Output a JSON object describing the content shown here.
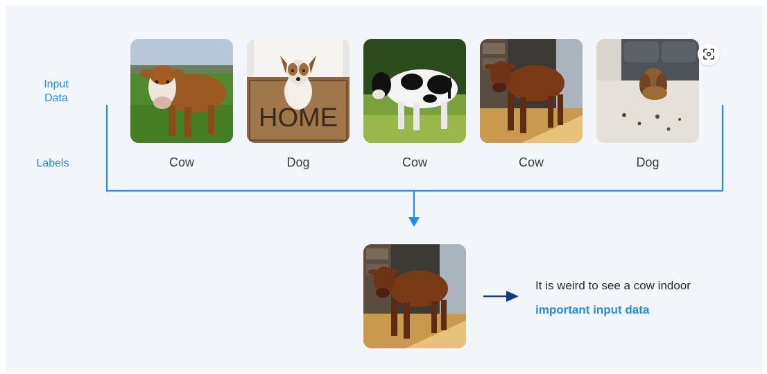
{
  "side_labels": {
    "input": "Input\nData",
    "labels": "Labels"
  },
  "samples": [
    {
      "subject": "cow-grass",
      "label": "Cow"
    },
    {
      "subject": "dog-doormat",
      "label": "Dog",
      "mat_text": "HOME"
    },
    {
      "subject": "cow-holstein",
      "label": "Cow"
    },
    {
      "subject": "cow-indoor",
      "label": "Cow"
    },
    {
      "subject": "dog-rug",
      "label": "Dog"
    }
  ],
  "result": {
    "observation": "It is weird to see a cow indoor",
    "conclusion": "important input data"
  },
  "colors": {
    "accent": "#1f8ef0",
    "arrow_dark": "#0f3a86",
    "panel": "#f2f5fa"
  },
  "icons": {
    "lens": "visual-search-icon"
  }
}
